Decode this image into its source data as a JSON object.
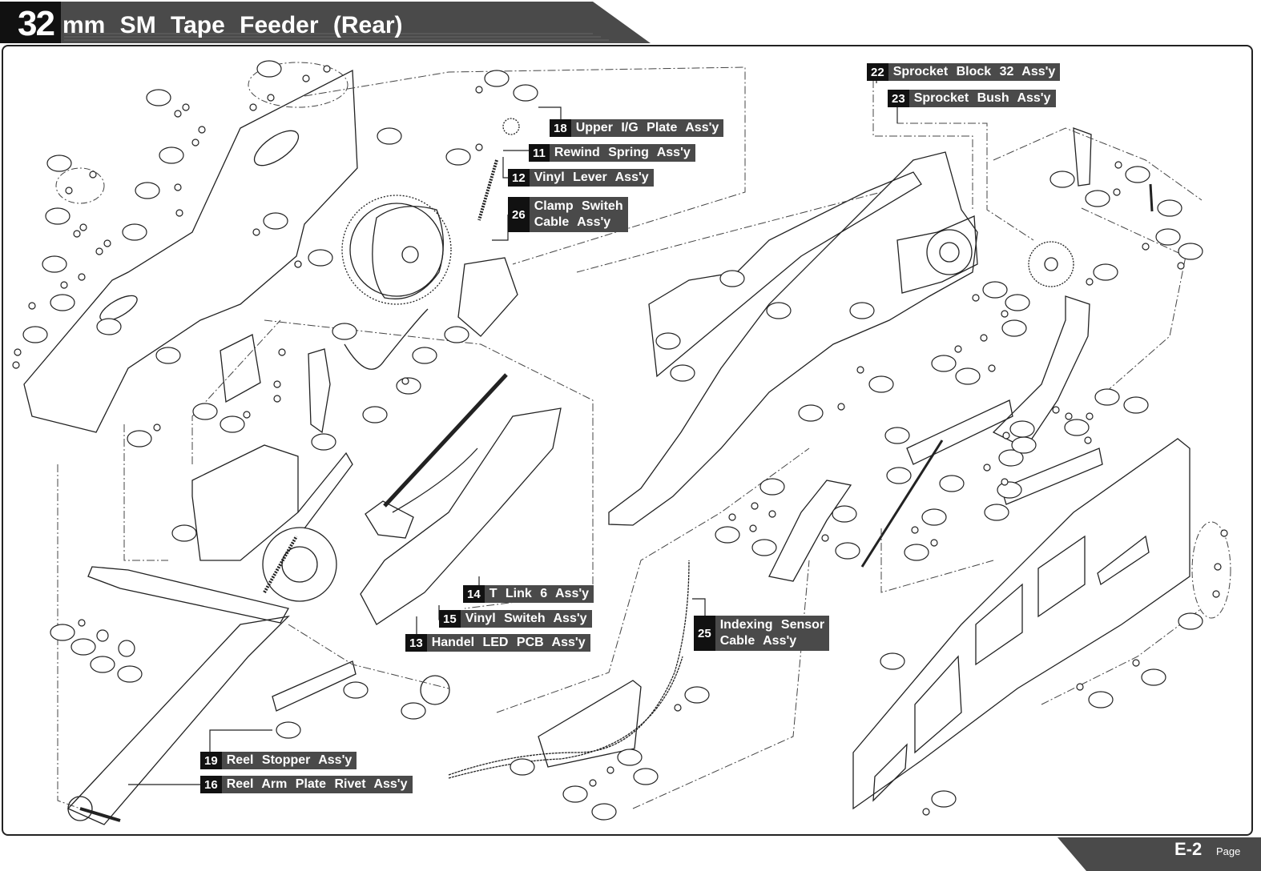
{
  "header": {
    "title_number": "32",
    "title_text": "mm SM Tape Feeder (Rear)"
  },
  "callouts": [
    {
      "number": "18",
      "label": "Upper I/G Plate Ass'y"
    },
    {
      "number": "11",
      "label": "Rewind Spring Ass'y"
    },
    {
      "number": "12",
      "label": "Vinyl Lever Ass'y"
    },
    {
      "number": "26",
      "line1": "Clamp Switeh",
      "line2": "Cable Ass'y"
    },
    {
      "number": "22",
      "label": "Sprocket Block 32 Ass'y"
    },
    {
      "number": "23",
      "label": "Sprocket Bush Ass'y"
    },
    {
      "number": "14",
      "label": "T Link 6 Ass'y"
    },
    {
      "number": "15",
      "label": "Vinyl Switeh Ass'y"
    },
    {
      "number": "13",
      "label": "Handel LED PCB Ass'y"
    },
    {
      "number": "25",
      "line1": "Indexing Sensor",
      "line2": "Cable Ass'y"
    },
    {
      "number": "19",
      "label": "Reel Stopper Ass'y"
    },
    {
      "number": "16",
      "label": "Reel Arm Plate Rivet Ass'y"
    }
  ],
  "footer": {
    "page_code": "E-2",
    "page_word": "Page"
  },
  "colors": {
    "banner": "#4a4a4a",
    "number_box": "#111111",
    "line": "#222222"
  }
}
